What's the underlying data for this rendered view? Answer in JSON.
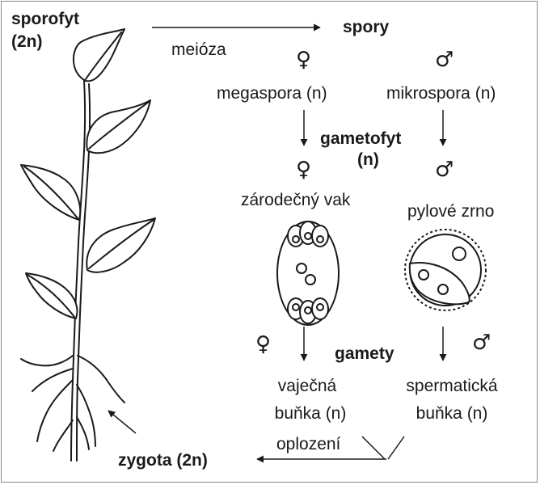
{
  "sporophyte": {
    "line1": "sporofyt",
    "line2": "(2n)"
  },
  "meiosis": "meióza",
  "spores": "spory",
  "female_symbol": "♀",
  "male_symbol": "♂",
  "megaspore": "megaspora (n)",
  "microspore": "mikrospora (n)",
  "gametophyte": {
    "line1": "gametofyt",
    "line2": "(n)"
  },
  "embryo_sac": "zárodečný vak",
  "pollen_grain": "pylové zrno",
  "gametes": "gamety",
  "egg_cell": {
    "line1": "vaječná",
    "line2": "buňka (n)"
  },
  "sperm_cell": {
    "line1": "spermatická",
    "line2": "buňka (n)"
  },
  "fertilization": "oplození",
  "zygote": "zygota (2n)"
}
